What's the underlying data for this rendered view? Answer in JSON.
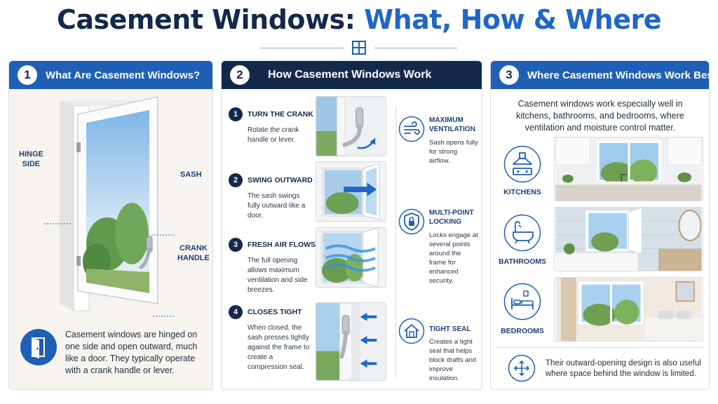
{
  "title": {
    "part1": "Casement Windows:",
    "part2": "What, How & Where"
  },
  "colors": {
    "navy": "#14294a",
    "blue": "#1f5fb5",
    "accent": "#1f66c8",
    "label": "#1c3f7a"
  },
  "panels": {
    "what": {
      "number": "1",
      "title": "What Are Casement Windows?",
      "labels": {
        "hinge_1": "HINGE",
        "hinge_2": "SIDE",
        "sash": "SASH",
        "crank_1": "CRANK",
        "crank_2": "HANDLE"
      },
      "icon": "door-open-icon",
      "description": "Casement windows are hinged on one side and open outward, much like a door. They typically operate with a crank handle or lever."
    },
    "how": {
      "number": "2",
      "title": "How Casement Windows Work",
      "steps": [
        {
          "num": "1",
          "title": "TURN THE CRANK",
          "desc": "Rotate the crank handle or lever.",
          "image": "crank-handle-photo"
        },
        {
          "num": "2",
          "title": "SWING OUTWARD",
          "desc": "The sash swings fully outward like a door.",
          "image": "sash-swing-photo"
        },
        {
          "num": "3",
          "title": "FRESH AIR FLOWS",
          "desc": "The full opening allows maximum ventilation and side breezes.",
          "image": "airflow-photo"
        },
        {
          "num": "4",
          "title": "CLOSES TIGHT",
          "desc": "When closed, the sash presses tightly against the frame to create a compression seal.",
          "image": "closed-seal-photo"
        }
      ],
      "features": [
        {
          "title": "MAXIMUM VENTILATION",
          "desc": "Sash opens fully for strong airflow.",
          "icon": "wind-icon"
        },
        {
          "title": "MULTI-POINT LOCKING",
          "desc": "Locks engage at several points around the frame for enhanced security.",
          "icon": "shield-lock-icon"
        },
        {
          "title": "TIGHT SEAL",
          "desc": "Creates a tight seal that helps block drafts and improve insulation.",
          "icon": "house-seal-icon"
        }
      ]
    },
    "where": {
      "number": "3",
      "title": "Where Casement Windows Work Best",
      "intro": "Casement windows work especially well in kitchens, bathrooms, and bedrooms, where ventilation and moisture control matter.",
      "rooms": [
        {
          "label": "KITCHENS",
          "icon": "range-hood-icon",
          "image": "kitchen-photo"
        },
        {
          "label": "BATHROOMS",
          "icon": "bathtub-icon",
          "image": "bathroom-photo"
        },
        {
          "label": "BEDROOMS",
          "icon": "bed-icon",
          "image": "bedroom-photo"
        }
      ],
      "footer_icon": "expand-arrows-icon",
      "footer": "Their outward-opening design is also useful where space behind the window is limited."
    }
  }
}
